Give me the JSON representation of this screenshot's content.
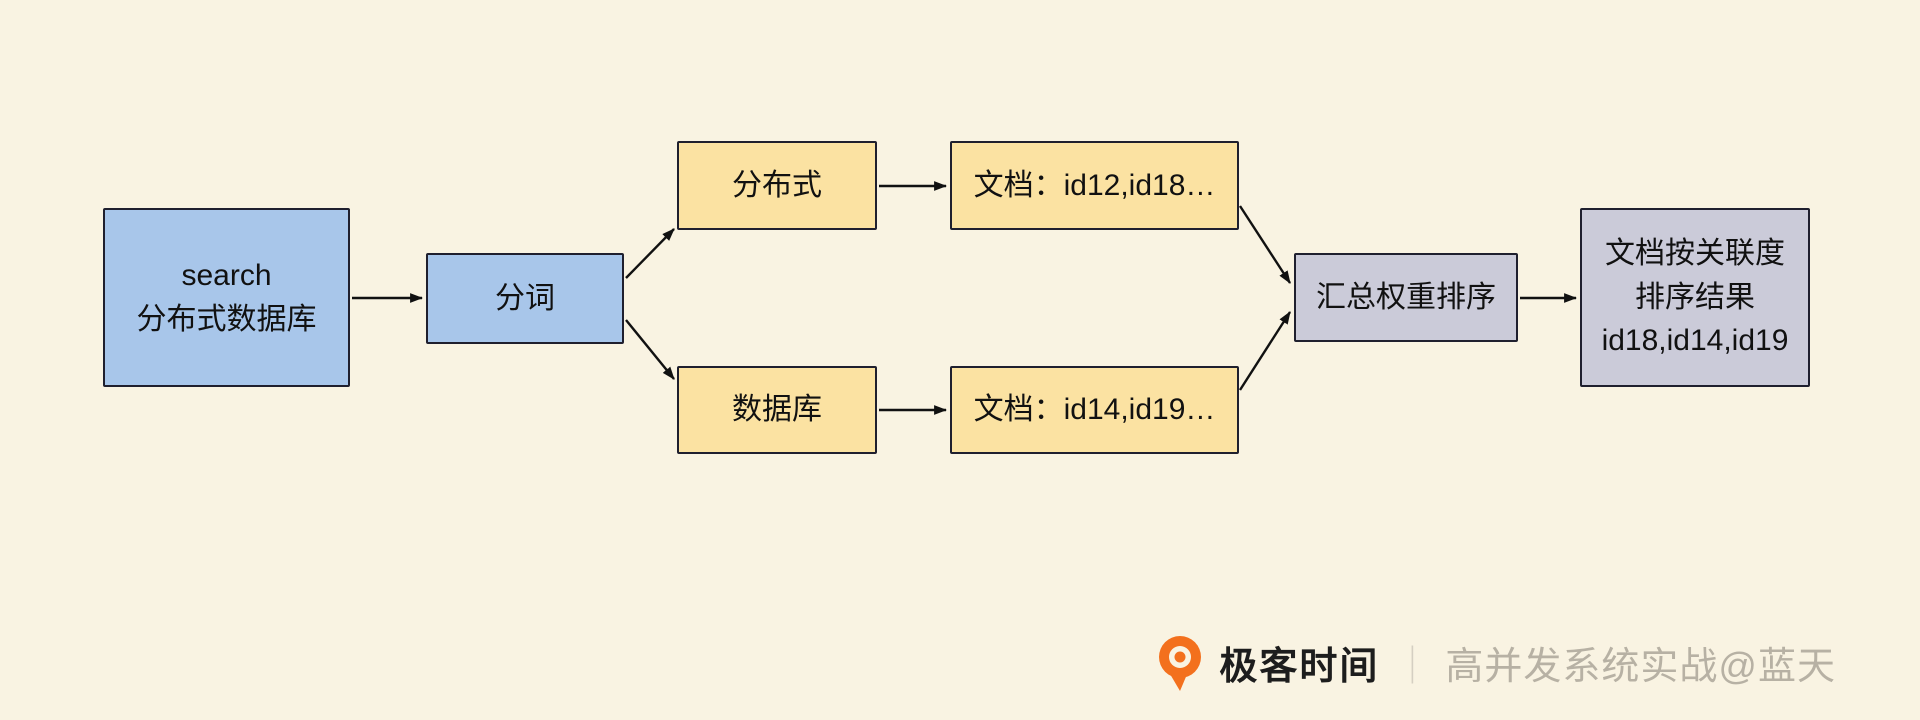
{
  "colors": {
    "background": "#F9F3E2",
    "node_blue": "#A8C6EA",
    "node_yellow": "#FBE2A2",
    "node_gray": "#CBCBD9",
    "node_border": "#1F1F2E",
    "arrow": "#111111",
    "brand_orange": "#F3701D",
    "brand_text": "#1D1D1D",
    "credit_text": "#B7B1A4",
    "separator_text": "#D5CFC2"
  },
  "diagram": {
    "nodes": [
      {
        "id": "query",
        "label": "search\n分布式数据库",
        "color": "blue"
      },
      {
        "id": "segment",
        "label": "分词",
        "color": "blue"
      },
      {
        "id": "term-distributed",
        "label": "分布式",
        "color": "yellow"
      },
      {
        "id": "docs-distributed",
        "label": "文档：id12,id18…",
        "color": "yellow"
      },
      {
        "id": "term-database",
        "label": "数据库",
        "color": "yellow"
      },
      {
        "id": "docs-database",
        "label": "文档：id14,id19…",
        "color": "yellow"
      },
      {
        "id": "rank",
        "label": "汇总权重排序",
        "color": "gray"
      },
      {
        "id": "result",
        "label": "文档按关联度\n排序结果\nid18,id14,id19",
        "color": "gray"
      }
    ],
    "edges": [
      {
        "from": "query",
        "to": "segment"
      },
      {
        "from": "segment",
        "to": "term-distributed"
      },
      {
        "from": "segment",
        "to": "term-database"
      },
      {
        "from": "term-distributed",
        "to": "docs-distributed"
      },
      {
        "from": "term-database",
        "to": "docs-database"
      },
      {
        "from": "docs-distributed",
        "to": "rank"
      },
      {
        "from": "docs-database",
        "to": "rank"
      },
      {
        "from": "rank",
        "to": "result"
      }
    ]
  },
  "footer": {
    "brand": "极客时间",
    "separator": "｜",
    "credit": "高并发系统实战@蓝天",
    "logo": "geektime-logo"
  }
}
